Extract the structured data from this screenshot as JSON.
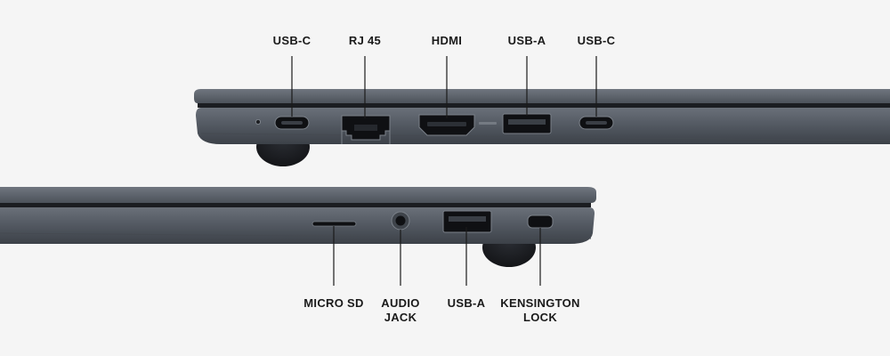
{
  "top_side": {
    "ports": [
      {
        "id": "usb-c-left",
        "label": "USB-C"
      },
      {
        "id": "rj45",
        "label": "RJ 45"
      },
      {
        "id": "hdmi",
        "label": "HDMI"
      },
      {
        "id": "usb-a-right",
        "label": "USB-A"
      },
      {
        "id": "usb-c-right",
        "label": "USB-C"
      }
    ]
  },
  "bottom_side": {
    "ports": [
      {
        "id": "micro-sd",
        "label": "MICRO SD"
      },
      {
        "id": "audio-jack",
        "label_line1": "AUDIO",
        "label_line2": "JACK"
      },
      {
        "id": "usb-a-left",
        "label": "USB-A"
      },
      {
        "id": "kensington-lock",
        "label_line1": "KENSINGTON",
        "label_line2": "LOCK"
      }
    ]
  },
  "colors": {
    "background": "#f5f5f5",
    "chassis": "#50565f",
    "chassis_dark": "#2b2f35",
    "port_black": "#0f1013",
    "leader_line": "#1a1a1a",
    "label_text": "#1a1a1a"
  }
}
